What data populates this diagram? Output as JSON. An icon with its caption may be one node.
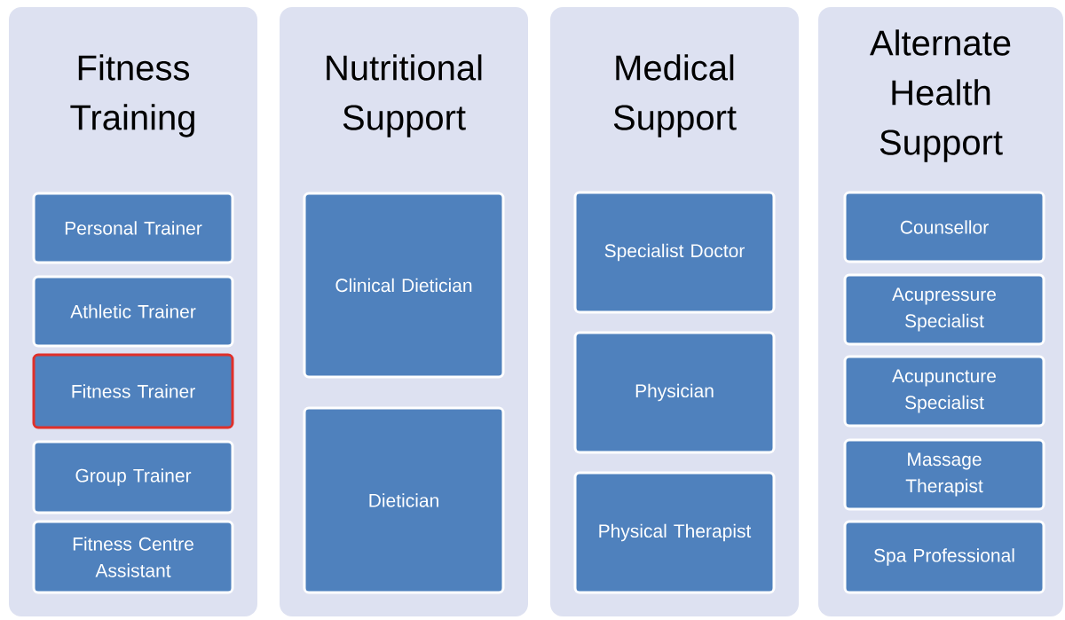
{
  "diagram": {
    "nodes": [
      {
        "text": [
          "Fitness Training"
        ]
      },
      {
        "text": [
          "Personal Trainer"
        ],
        "in": 0
      },
      {
        "text": [
          "Athletic Trainer"
        ],
        "in": 0
      },
      {
        "text": [
          "Fitness Trainer"
        ],
        "in": 0
      },
      {
        "text": [
          "Group Trainer"
        ],
        "in": 0
      },
      {
        "text": [
          "Fitness Centre Assistant"
        ],
        "in": 0
      },
      {
        "text": [
          "Nutritional Support"
        ]
      },
      {
        "text": [
          "Clinical Dietician"
        ],
        "in": 6
      },
      {
        "text": [
          "Dietician"
        ],
        "in": 6
      },
      {
        "text": [
          "Medical Support"
        ]
      },
      {
        "text": [
          "Specialist Doctor"
        ],
        "in": 9
      },
      {
        "text": [
          "Physician"
        ],
        "in": 9
      },
      {
        "text": [
          "Physical Therapist"
        ],
        "in": 9
      },
      {
        "text": [
          "Alternate Health Support"
        ]
      },
      {
        "text": [
          "Counsellor"
        ],
        "in": 13
      },
      {
        "text": [
          "Acupressure Specialist"
        ],
        "in": 13
      },
      {
        "text": [
          "Acupuncture Specialist"
        ],
        "in": 13
      },
      {
        "text": [
          "Massage Therapist"
        ],
        "in": 13
      },
      {
        "text": [
          "Spa Professional"
        ],
        "in": 13
      }
    ]
  }
}
